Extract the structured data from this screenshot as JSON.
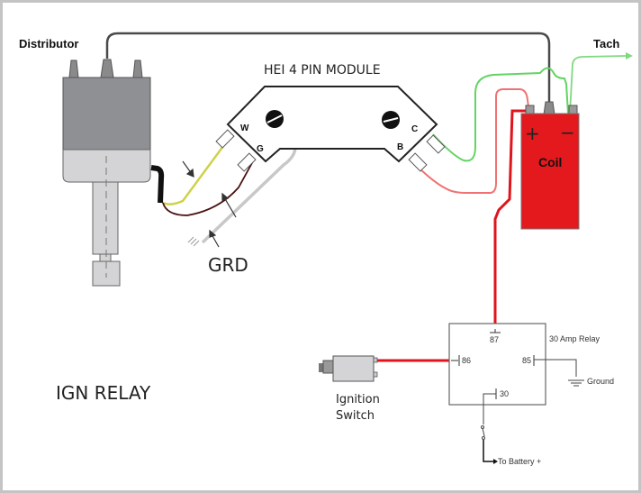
{
  "labels": {
    "distributor": "Distributor",
    "module_title": "HEI 4 PIN MODULE",
    "tach": "Tach",
    "coil": "Coil",
    "coil_plus": "+",
    "coil_minus": "−",
    "grd": "GRD",
    "ign_relay": "IGN RELAY",
    "ignition_switch_line1": "Ignition",
    "ignition_switch_line2": "Switch",
    "relay_title": "30 Amp Relay",
    "ground": "Ground",
    "to_battery": "To Battery +"
  },
  "module_pins": {
    "W": "W",
    "G": "G",
    "B": "B",
    "C": "C"
  },
  "relay_pins": {
    "p87": "87",
    "p86": "86",
    "p85": "85",
    "p30": "30"
  },
  "colors": {
    "coil_red": "#e3191e",
    "wire_red": "#e8141c",
    "wire_pink": "#f07a7a",
    "wire_green": "#5fd65f",
    "wire_yellow": "#cfd14a",
    "wire_brown": "#4a1010",
    "wire_gray": "#bdbdbd",
    "distributor_dark": "#8f9093",
    "distributor_light": "#d4d4d6"
  }
}
